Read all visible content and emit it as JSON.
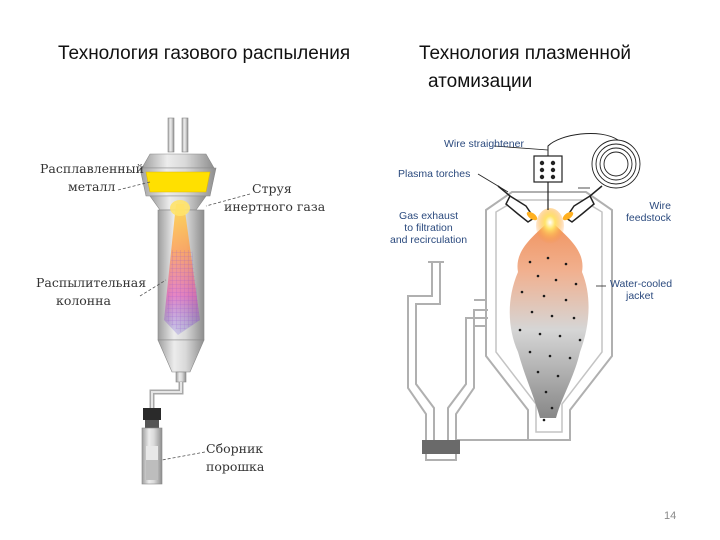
{
  "titles": {
    "gas": "Технология газового распыления",
    "plasma_line1": "Технология плазменной",
    "plasma_line2": "атомизации"
  },
  "gas_labels": {
    "molten_metal_1": "Расплавленный",
    "molten_metal_2": "металл",
    "gas_jet_1": "Струя",
    "gas_jet_2": "инертного газа",
    "spray_column_1": "Распылительная",
    "spray_column_2": "колонна",
    "powder_collector_1": "Сборник",
    "powder_collector_2": "порошка"
  },
  "plasma_labels": {
    "wire_straightener": "Wire straightener",
    "plasma_torches": "Plasma torches",
    "wire_1": "Wire",
    "wire_2": "feedstock",
    "exhaust_1": "Gas exhaust",
    "exhaust_2": "to filtration",
    "exhaust_3": "and recirculation",
    "jacket_1": "Water-cooled",
    "jacket_2": "jacket"
  },
  "page_number": "14",
  "colors": {
    "steel": "#c8c8c8",
    "molten": "#ffe000",
    "plume_hot": "#f08a50",
    "plume_cold": "#9a9a9a",
    "label_blue": "#2b4a7e"
  }
}
